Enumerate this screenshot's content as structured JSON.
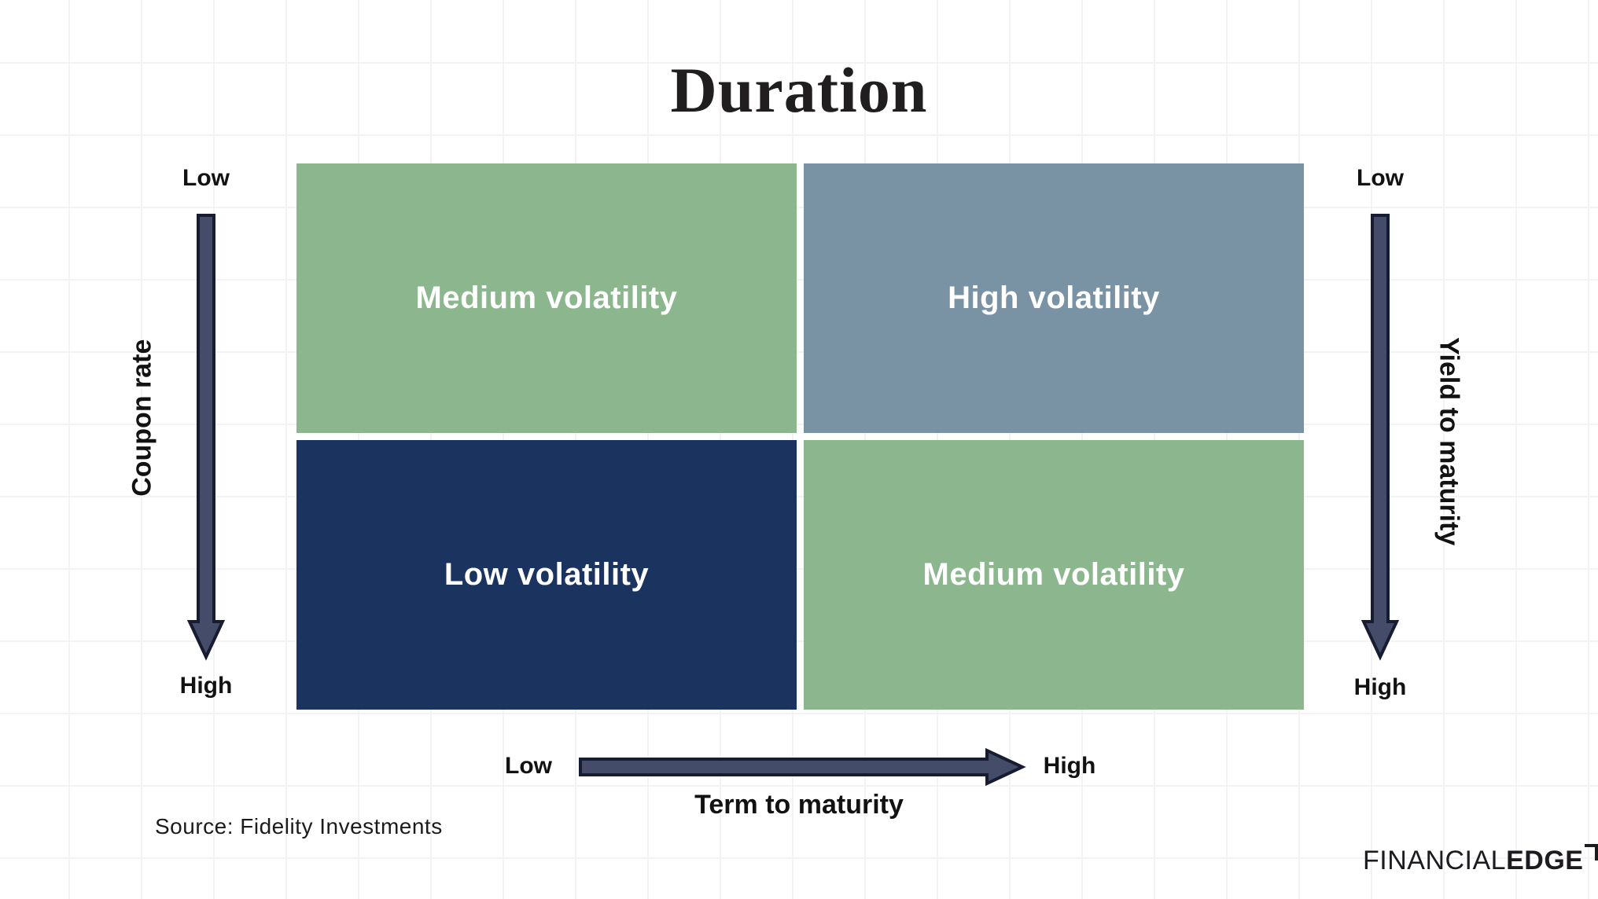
{
  "title": "Duration",
  "quadrants": {
    "top_left": {
      "label": "Medium volatility",
      "color": "#8CB78E"
    },
    "top_right": {
      "label": "High volatility",
      "color": "#7992A4"
    },
    "bottom_left": {
      "label": "Low volatility",
      "color": "#1A335F"
    },
    "bottom_right": {
      "label": "Medium volatility",
      "color": "#8CB78E"
    }
  },
  "axes": {
    "left": {
      "title": "Coupon rate",
      "top_label": "Low",
      "bottom_label": "High",
      "direction": "down"
    },
    "right": {
      "title": "Yield to maturity",
      "top_label": "Low",
      "bottom_label": "High",
      "direction": "down"
    },
    "bottom": {
      "title": "Term to maturity",
      "start_label": "Low",
      "end_label": "High",
      "direction": "right"
    }
  },
  "arrow": {
    "fill": "#454C6A",
    "stroke": "#181C30"
  },
  "source_text": "Source: Fidelity Investments",
  "logo": {
    "part1": "FINANCIAL",
    "part2": "EDGE"
  }
}
